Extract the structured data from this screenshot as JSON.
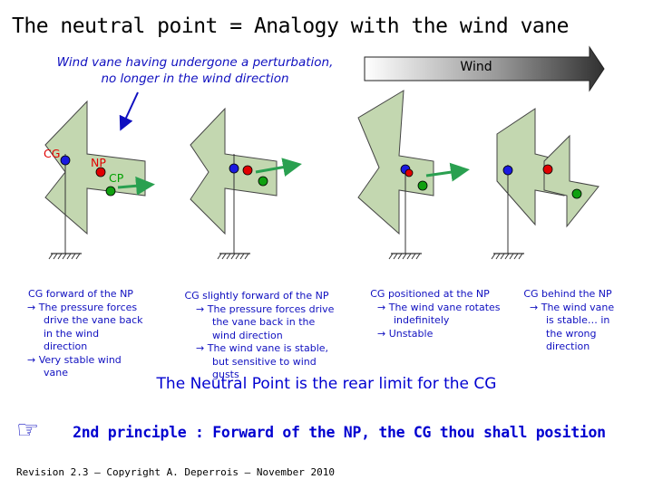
{
  "title": "The neutral point = Analogy with the wind vane",
  "perturbation_note": {
    "line1": "Wind vane having undergone a perturbation,",
    "line2": "no longer in the wind direction"
  },
  "wind_label": "Wind",
  "labels": {
    "cg": "CG",
    "np": "NP",
    "cp": "CP"
  },
  "captions": [
    {
      "heading": "CG forward of the NP",
      "points": [
        "The pressure forces drive the vane back in the wind direction",
        "Very stable wind vane"
      ]
    },
    {
      "heading": "CG slightly forward of the NP",
      "points": [
        "The pressure forces drive the vane back in the wind direction",
        "The wind vane is stable, but sensitive to wind gusts"
      ]
    },
    {
      "heading": "CG positioned at the NP",
      "points": [
        "The wind vane rotates indefinitely",
        "Unstable"
      ]
    },
    {
      "heading": "CG behind the NP",
      "points": [
        "The wind vane is stable… in the wrong direction"
      ]
    }
  ],
  "arrow_symbol": "→",
  "neutral_point_statement": "The Neutral Point is the rear limit for the CG",
  "principle": "2nd principle : Forward of the NP, the CG thou shall position",
  "hand_icon": "pointing-hand-icon",
  "revision": "Revision 2.3 – Copyright A. Deperrois – November 2010",
  "colors": {
    "vane_fill": "#c3d7b0",
    "text_blue": "#1010c0",
    "principle_blue": "#0000d0",
    "cg_dot": "#1a1ae0",
    "np_dot": "#e00000",
    "cp_dot": "#10a010",
    "force_arrow": "#2aa050"
  }
}
